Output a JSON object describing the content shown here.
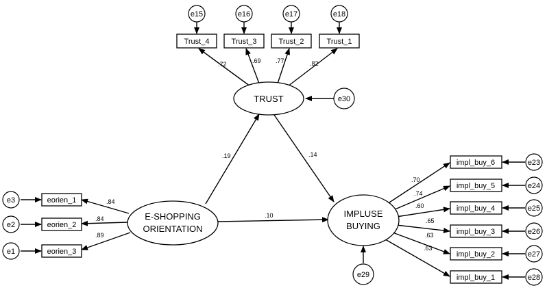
{
  "latent": {
    "trust": "TRUST",
    "eshop_l1": "E-SHOPPING",
    "eshop_l2": "ORIENTATION",
    "impulse_l1": "IMPLUSE",
    "impulse_l2": "BUYING"
  },
  "indicators": {
    "trust_4": "Trust_4",
    "trust_3": "Trust_3",
    "trust_2": "Trust_2",
    "trust_1": "Trust_1",
    "eorien_1": "eorien_1",
    "eorien_2": "eorien_2",
    "eorien_3": "eorien_3",
    "impl_buy_6": "impl_buy_6",
    "impl_buy_5": "impl_buy_5",
    "impl_buy_4": "impl_buy_4",
    "impl_buy_3": "impl_buy_3",
    "impl_buy_2": "impl_buy_2",
    "impl_buy_1": "impl_buy_1"
  },
  "errors": {
    "e15": "e15",
    "e16": "e16",
    "e17": "e17",
    "e18": "e18",
    "e30": "e30",
    "e29": "e29",
    "e1": "e1",
    "e2": "e2",
    "e3": "e3",
    "e23": "e23",
    "e24": "e24",
    "e25": "e25",
    "e26": "e26",
    "e27": "e27",
    "e28": "e28"
  },
  "loadings": {
    "trust_4": ".72",
    "trust_3": ".69",
    "trust_2": ".77",
    "trust_1": ".82",
    "eorien_1": ".84",
    "eorien_2": ".84",
    "eorien_3": ".89",
    "impl_buy_6": ".70",
    "impl_buy_5": ".74",
    "impl_buy_4": ".60",
    "impl_buy_3": ".65",
    "impl_buy_2": ".63",
    "impl_buy_1": ".63"
  },
  "paths": {
    "eshop_trust": ".19",
    "trust_impulse": ".14",
    "eshop_impulse": ".10"
  }
}
